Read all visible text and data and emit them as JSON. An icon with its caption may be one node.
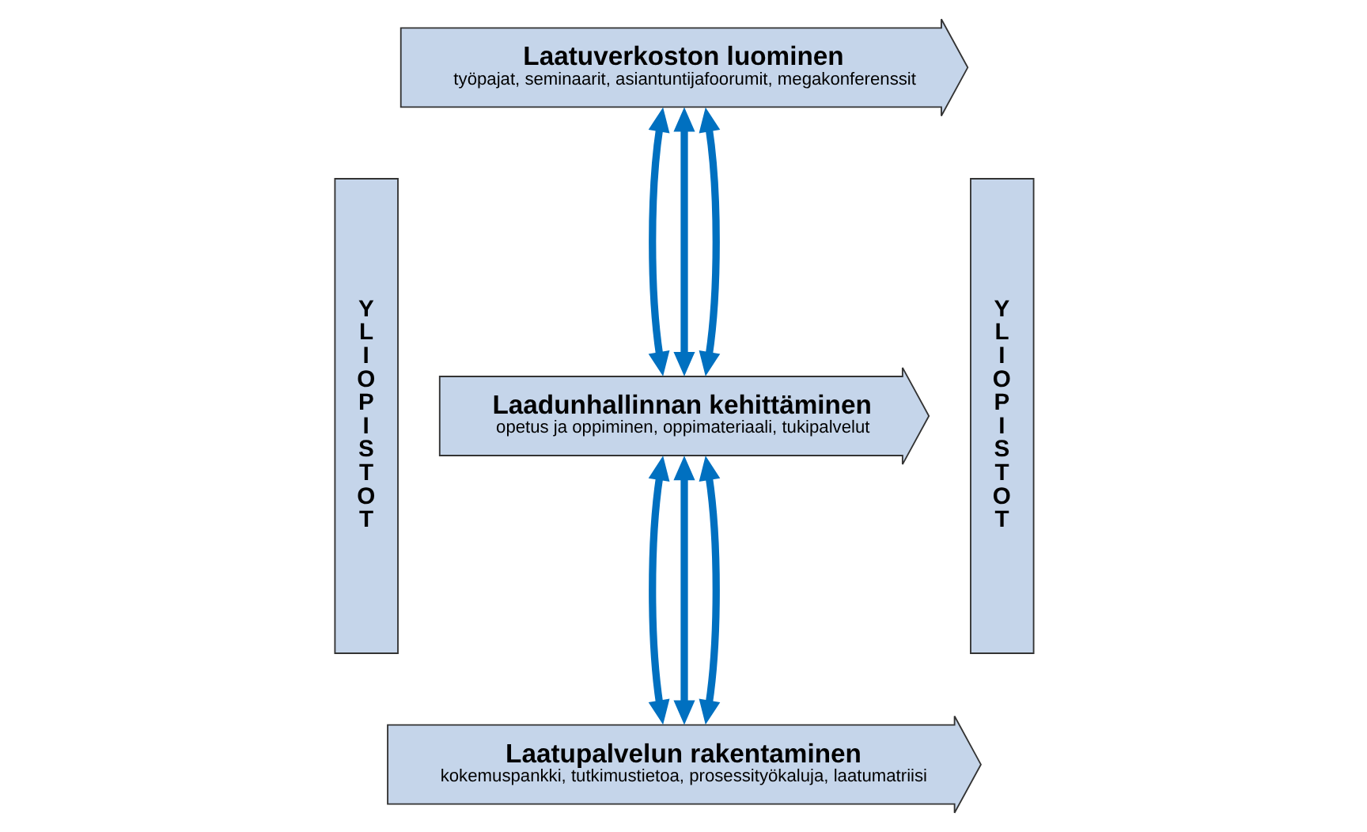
{
  "diagram": {
    "nodes": [
      {
        "text": [
          "YLIOPISTOT"
        ]
      },
      {
        "text": [
          "Laatuverkoston luominen",
          "työpajat, seminaarit, asiantuntijafoorumit, megakonferenssit"
        ]
      },
      {
        "text": [
          "Laadunhallinnan kehittäminen",
          "opetus ja oppiminen, oppimateriaali, tukipalvelut"
        ]
      },
      {
        "text": [
          "Laatupalvelun rakentaminen",
          "kokemuspankki, tutkimustietoa, prosessityökaluja, laatumatriisi"
        ]
      },
      {
        "text": [
          "YLIOPISTOT"
        ]
      }
    ],
    "edges": [
      {
        "from": 1,
        "to": 2,
        "arrow": "both"
      },
      {
        "from": 1,
        "to": 2,
        "arrow": "both"
      },
      {
        "from": 1,
        "to": 2,
        "arrow": "both"
      },
      {
        "from": 2,
        "to": 3,
        "arrow": "both"
      },
      {
        "from": 2,
        "to": 3,
        "arrow": "both"
      },
      {
        "from": 2,
        "to": 3,
        "arrow": "both"
      }
    ]
  }
}
